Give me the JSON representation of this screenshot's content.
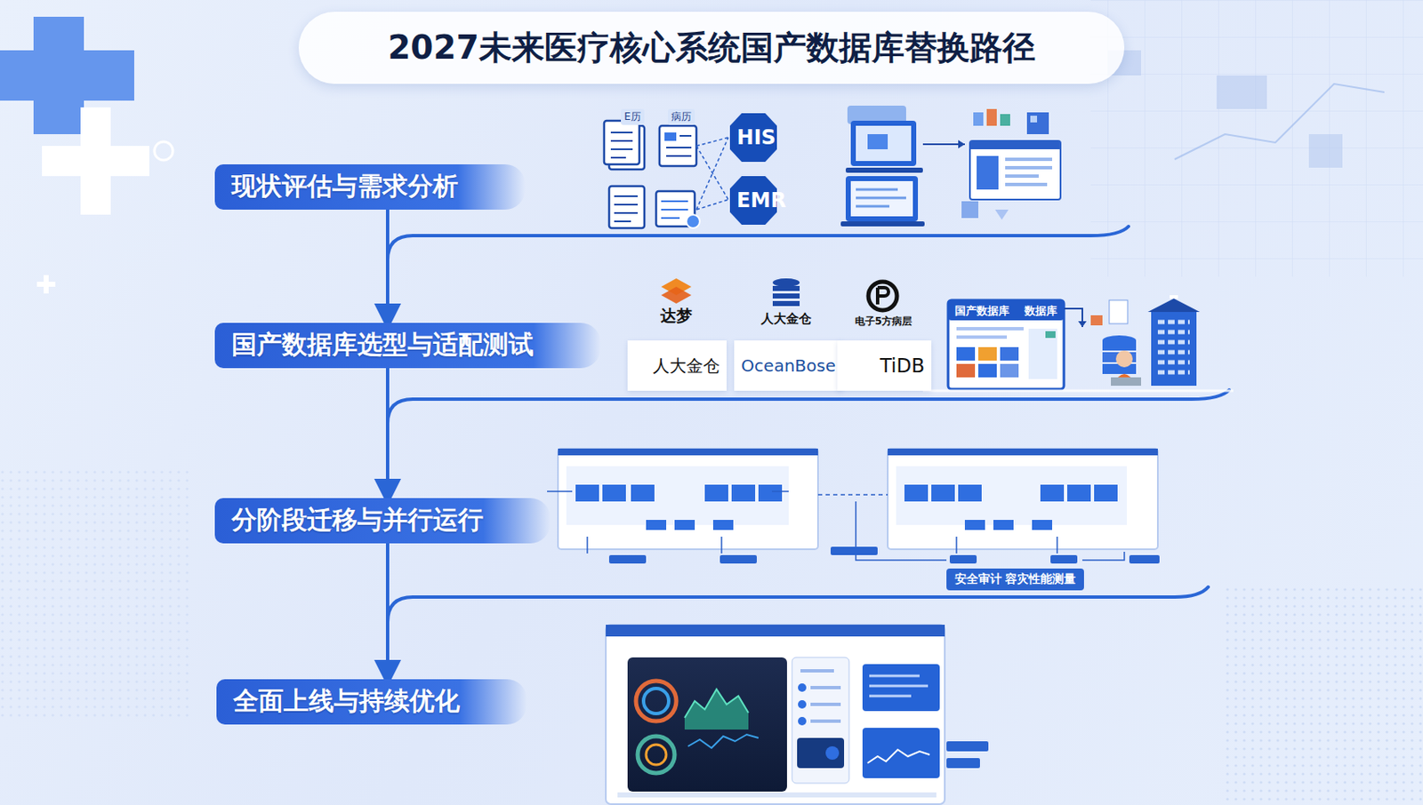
{
  "diagram": {
    "title": "2027未来医疗核心系统国产数据库替换路径",
    "nodes": [
      {
        "text": [
          "现状评估与需求分析"
        ]
      },
      {
        "text": [
          "HIS"
        ]
      },
      {
        "text": [
          "EMR"
        ]
      },
      {
        "text": [
          "国产数据库选型与适配测试"
        ]
      },
      {
        "text": [
          "达梦"
        ]
      },
      {
        "text": [
          "人大金仓"
        ]
      },
      {
        "text": [
          "电子5方病层"
        ]
      },
      {
        "text": [
          "人大金仓"
        ]
      },
      {
        "text": [
          "OceanBose"
        ]
      },
      {
        "text": [
          "TiDB"
        ]
      },
      {
        "text": [
          "国产数据库",
          "数据库"
        ]
      },
      {
        "text": [
          "分阶段迁移与并行运行"
        ]
      },
      {
        "text": [
          "安全审计  容灾性能测量"
        ]
      },
      {
        "text": [
          "全面上线与持续优化"
        ]
      }
    ],
    "edges": [
      {
        "from": 0,
        "to": 3,
        "arrow": "to"
      },
      {
        "from": 3,
        "to": 11,
        "arrow": "to"
      },
      {
        "from": 11,
        "to": 13,
        "arrow": "to"
      }
    ],
    "labels": [
      "E历",
      "病历"
    ]
  }
}
